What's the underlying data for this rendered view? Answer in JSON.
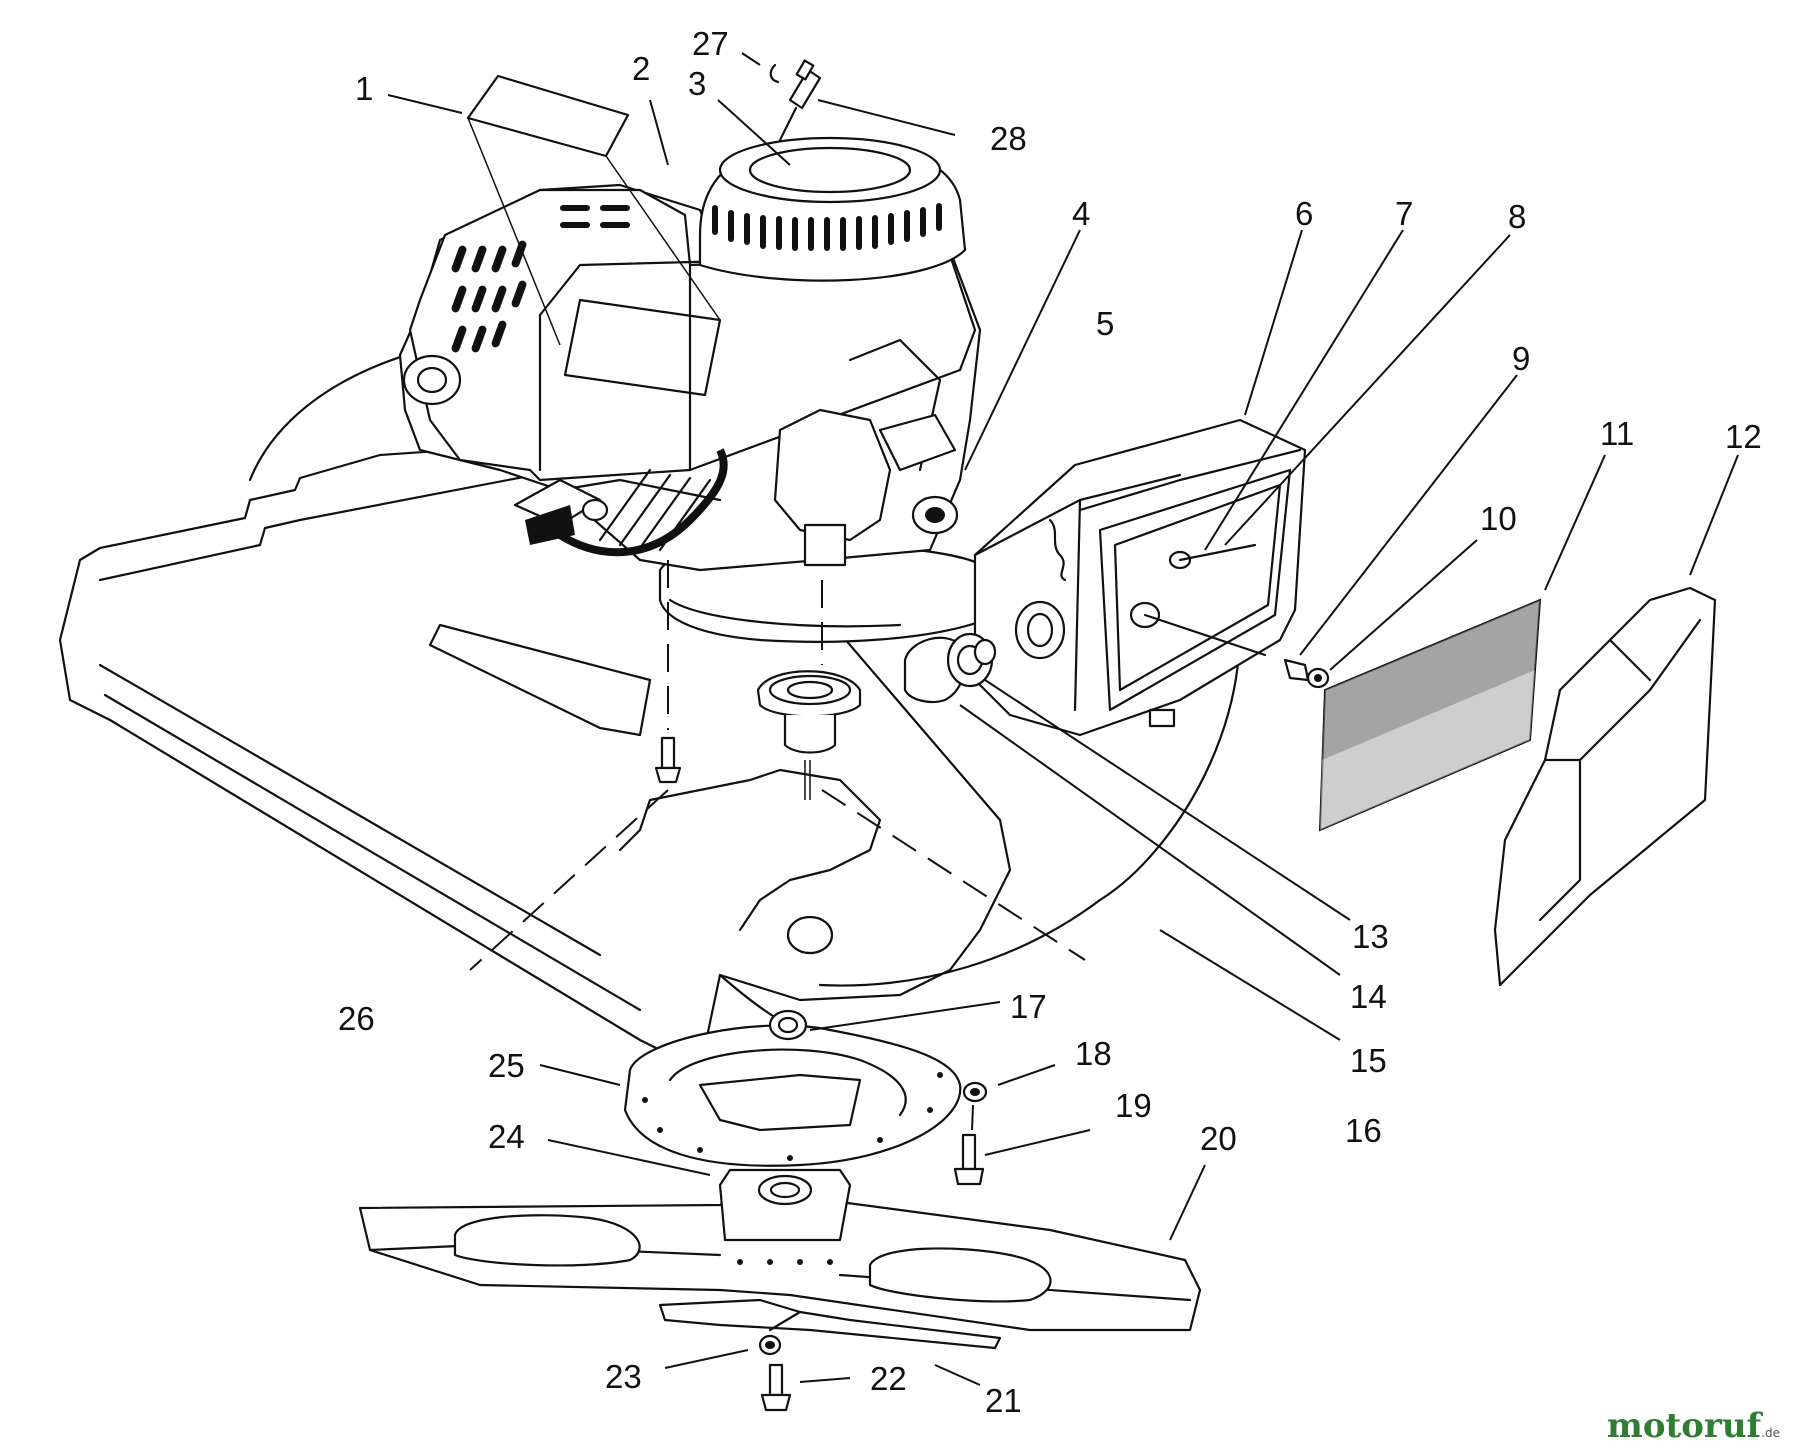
{
  "diagram": {
    "callouts": [
      "1",
      "2",
      "3",
      "4",
      "5",
      "6",
      "7",
      "8",
      "9",
      "10",
      "11",
      "12",
      "13",
      "14",
      "15",
      "16",
      "17",
      "18",
      "19",
      "20",
      "21",
      "22",
      "23",
      "24",
      "25",
      "26",
      "27",
      "28"
    ]
  },
  "watermark": {
    "text_main": "motoruf",
    "text_suffix": ".de"
  }
}
